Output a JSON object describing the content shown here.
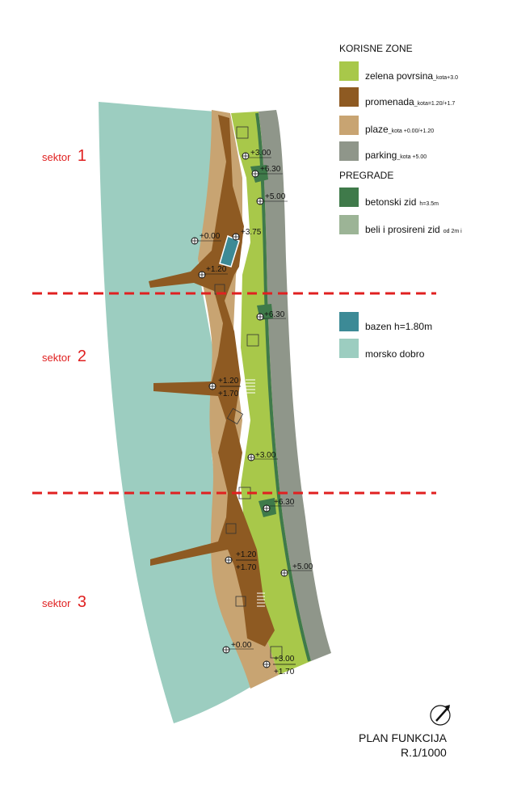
{
  "colors": {
    "zelena": "#a8c84a",
    "promenada": "#8e5a22",
    "plaze": "#c8a472",
    "parking": "#8f968a",
    "betonski": "#3f7a4a",
    "beli": "#9cb496",
    "bazen": "#3c8a96",
    "more": "#9ccdc0",
    "sector_line": "#e02020"
  },
  "sectors": [
    {
      "word": "sektor",
      "num": "1"
    },
    {
      "word": "sektor",
      "num": "2"
    },
    {
      "word": "sektor",
      "num": "3"
    }
  ],
  "legend": {
    "zones_title": "KORISNE ZONE",
    "pregrade_title": "PREGRADE",
    "items": [
      {
        "label": "zelena povrsina",
        "sub": "_kota+3.0",
        "icon": "green-area-swatch"
      },
      {
        "label": "promenada",
        "sub": "_kota=1.20/+1.7",
        "icon": "promenade-swatch"
      },
      {
        "label": "plaze",
        "sub": "_kota +0.00/+1.20",
        "icon": "beach-swatch"
      },
      {
        "label": "parking",
        "sub": "_kota +5.00",
        "icon": "parking-swatch"
      },
      {
        "label": "betonski zid",
        "sub": "h=3.5m",
        "icon": "concrete-wall-swatch"
      },
      {
        "label": "beli i prosireni zid",
        "sub": "od 2m i",
        "icon": "white-wall-swatch"
      },
      {
        "label": "bazen h=1.80m",
        "sub": "",
        "icon": "pool-swatch"
      },
      {
        "label": "morsko dobro",
        "sub": "",
        "icon": "sea-swatch"
      }
    ]
  },
  "levels": {
    "l1": "+3.00",
    "l2": "+6.30",
    "l3": "+5.00",
    "l4": "+0.00",
    "l5": "+3.75",
    "l6": "+1.20",
    "l7": "+6.30",
    "l8": "+1.20",
    "l9": "+1.70",
    "l10": "+3.00",
    "l11": "+6.30",
    "l12": "+1.20",
    "l13": "+1.70",
    "l14": "+5.00",
    "l15": "+0.00",
    "l16": "+3.00",
    "l17": "+1.70"
  },
  "title": {
    "line1": "PLAN FUNKCIJA",
    "line2": "R.1/1000"
  },
  "north_icon": "north-arrow-icon"
}
